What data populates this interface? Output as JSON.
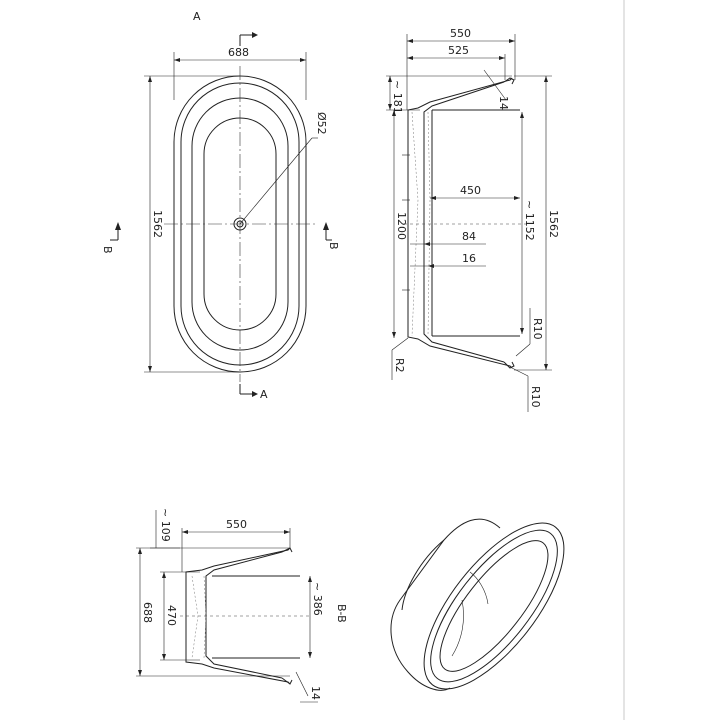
{
  "top_view": {
    "section_a_label": "A",
    "width_dim": "688",
    "length_dim": "1562",
    "drain_dim": "Ø52",
    "section_b_left": "B",
    "section_b_right": "B",
    "section_a_bottom": "A"
  },
  "section_a": {
    "outer_width": "550",
    "inner_width": "525",
    "rim_height": "~ 181",
    "rim_thickness": "14",
    "depth_450": "450",
    "inner_length": "1200",
    "dim_84": "84",
    "dim_16": "16",
    "inner_depth": "~ 1152",
    "total_length": "1562",
    "radius_inner": "R10",
    "radius_r2": "R2",
    "radius_bottom": "R10"
  },
  "section_b": {
    "top_offset": "~ 109",
    "outer_width": "550",
    "total_width": "688",
    "inner_width": "470",
    "inner_depth": "~ 386",
    "rim_thickness": "14",
    "title": "B-B"
  },
  "iso_view": {
    "icon": "bathtub-isometric-icon"
  }
}
